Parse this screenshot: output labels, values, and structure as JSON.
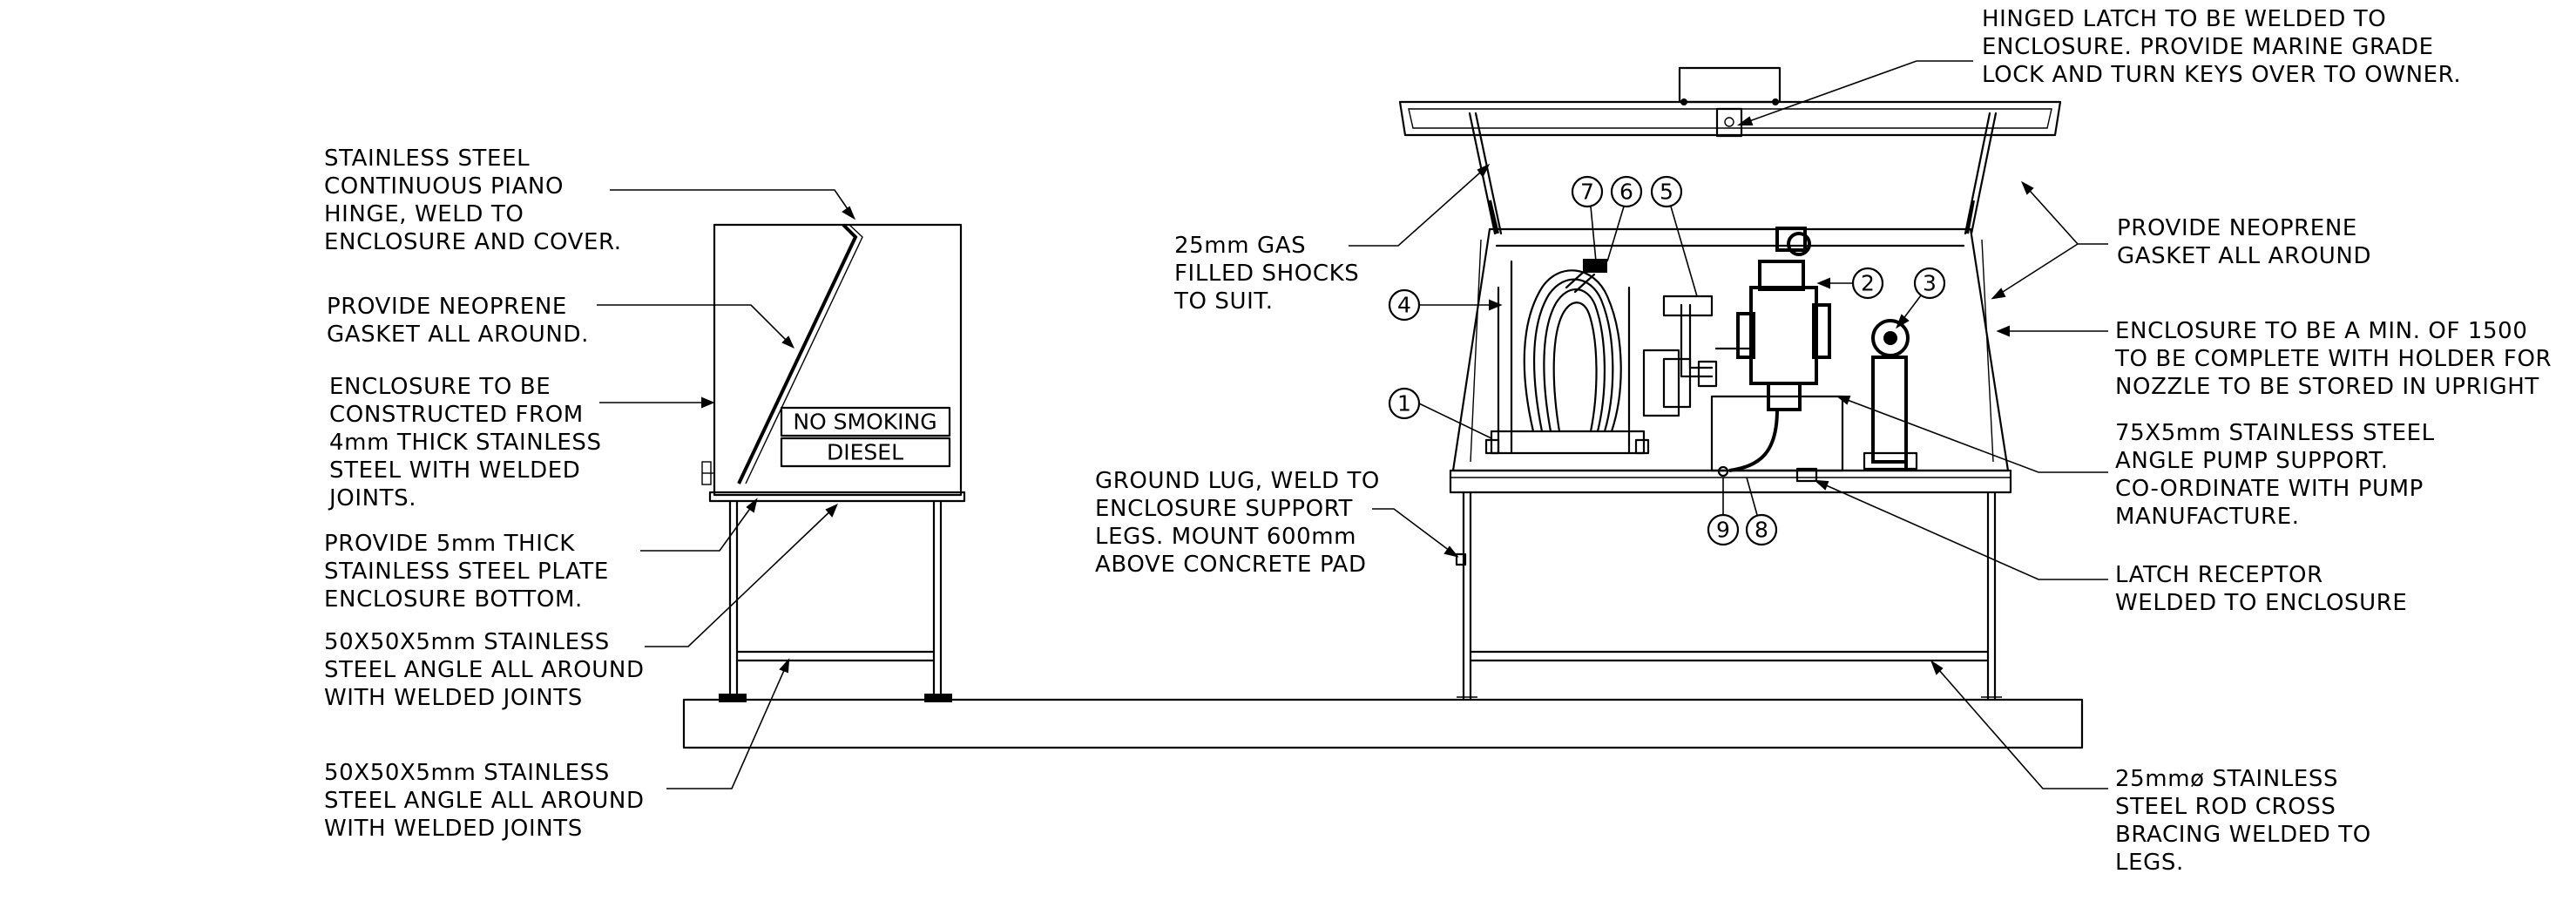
{
  "drawing": {
    "sign_no_smoking": "NO SMOKING",
    "sign_diesel": "DIESEL",
    "notes": {
      "piano_hinge": [
        "STAINLESS STEEL",
        "CONTINUOUS PIANO",
        "HINGE, WELD TO",
        "ENCLOSURE AND COVER."
      ],
      "gasket_left": [
        "PROVIDE NEOPRENE",
        "GASKET ALL AROUND."
      ],
      "construction": [
        "ENCLOSURE TO BE",
        "CONSTRUCTED FROM",
        "4mm THICK STAINLESS",
        "STEEL WITH WELDED",
        "JOINTS."
      ],
      "bottom_plate": [
        "PROVIDE 5mm THICK",
        "STAINLESS STEEL PLATE",
        "ENCLOSURE BOTTOM."
      ],
      "angle_upper": [
        "50X50X5mm STAINLESS",
        "STEEL ANGLE ALL AROUND",
        "WITH WELDED JOINTS"
      ],
      "angle_lower": [
        "50X50X5mm STAINLESS",
        "STEEL ANGLE ALL AROUND",
        "WITH WELDED JOINTS"
      ],
      "gas_shocks": [
        "25mm GAS",
        "FILLED SHOCKS",
        "TO SUIT."
      ],
      "ground_lug": [
        "GROUND LUG, WELD TO",
        "ENCLOSURE SUPPORT",
        "LEGS. MOUNT 600mm",
        "ABOVE CONCRETE PAD"
      ],
      "hinged_latch": [
        "HINGED LATCH TO BE WELDED TO",
        "ENCLOSURE. PROVIDE MARINE GRADE",
        "LOCK AND TURN KEYS OVER TO OWNER."
      ],
      "gasket_right": [
        "PROVIDE NEOPRENE",
        "GASKET ALL AROUND"
      ],
      "min_size": [
        "ENCLOSURE TO BE A MIN. OF 1500",
        "TO BE COMPLETE WITH HOLDER FOR",
        "NOZZLE TO BE STORED IN UPRIGHT"
      ],
      "pump_support": [
        "75X5mm STAINLESS STEEL",
        "ANGLE PUMP SUPPORT.",
        "CO-ORDINATE WITH PUMP",
        "MANUFACTURE."
      ],
      "latch_receptor": [
        "LATCH RECEPTOR",
        "WELDED TO ENCLOSURE"
      ],
      "rod_bracing": [
        "25mmø STAINLESS",
        "STEEL ROD CROSS",
        "BRACING WELDED TO",
        "LEGS."
      ]
    },
    "balloons": [
      "1",
      "2",
      "3",
      "4",
      "5",
      "6",
      "7",
      "8",
      "9"
    ]
  }
}
